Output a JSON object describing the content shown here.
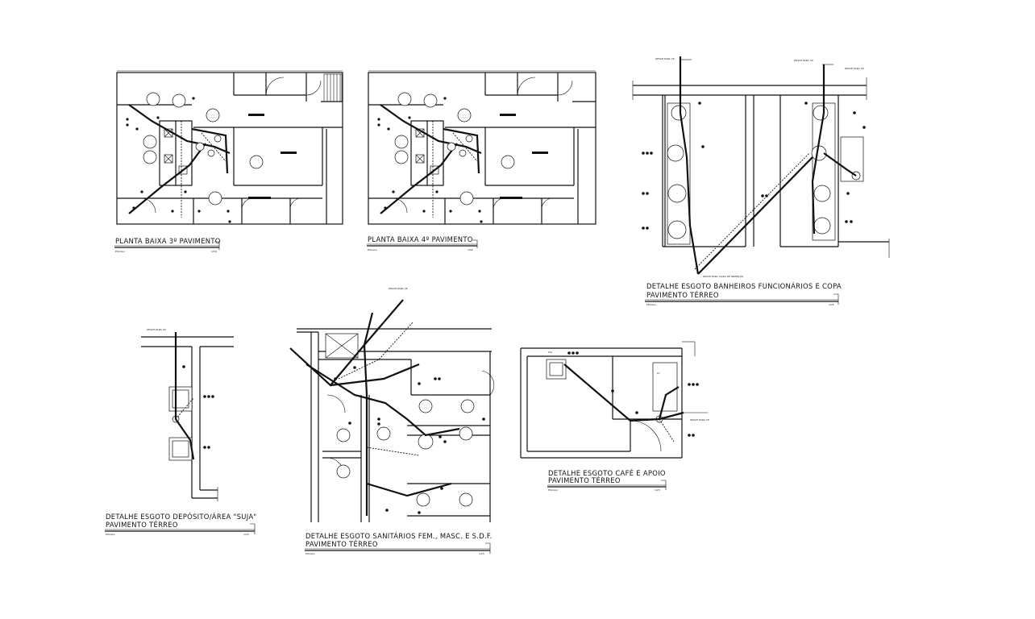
{
  "drawings": [
    {
      "id": "planta-3",
      "title": "PLANTA BAIXA 3º PAVIMENTO",
      "subtitle": "",
      "scale_left": "ESCALA",
      "scale_right": "1/50"
    },
    {
      "id": "planta-4",
      "title": "PLANTA BAIXA 4º PAVIMENTO",
      "subtitle": "",
      "scale_left": "ESCALA",
      "scale_right": "1/50"
    },
    {
      "id": "banheiros",
      "title": "DETALHE ESGOTO BANHEIROS FUNCIONÁRIOS E COPA",
      "subtitle": "PAVIMENTO TÉRREO",
      "scale_left": "ESCALA",
      "scale_right": "1/25"
    },
    {
      "id": "deposito",
      "title": "DETALHE ESGOTO DEPÓSITO/ÁREA \"SUJA\"",
      "subtitle": "PAVIMENTO TÉRREO",
      "scale_left": "ESCALA",
      "scale_right": "1/25"
    },
    {
      "id": "sanitarios",
      "title": "DETALHE ESGOTO SANITÁRIOS FEM., MASC. E S.D.F.",
      "subtitle": "PAVIMENTO TÉRREO",
      "scale_left": "ESCALA",
      "scale_right": "1/25"
    },
    {
      "id": "cafe",
      "title": "DETALHE ESGOTO CAFÉ E APOIO",
      "subtitle": "PAVIMENTO TÉRREO",
      "scale_left": "ESCALA",
      "scale_right": "1/25"
    }
  ],
  "colors": {
    "line": "#111111",
    "background": "#ffffff"
  }
}
